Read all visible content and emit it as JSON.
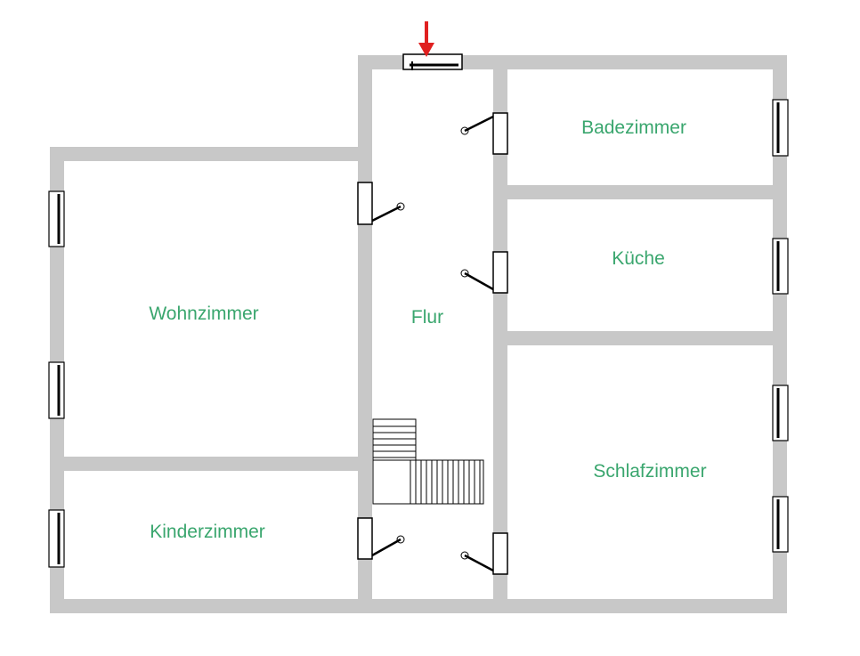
{
  "title": "Floor plan",
  "rooms": {
    "badezimmer": "Badezimmer",
    "kueche": "Küche",
    "wohnzimmer": "Wohnzimmer",
    "flur": "Flur",
    "schlafzimmer": "Schlafzimmer",
    "kinderzimmer": "Kinderzimmer"
  },
  "colors": {
    "wall": "#c8c8c8",
    "label": "#3aa66e",
    "entrance_arrow": "#e02020"
  }
}
